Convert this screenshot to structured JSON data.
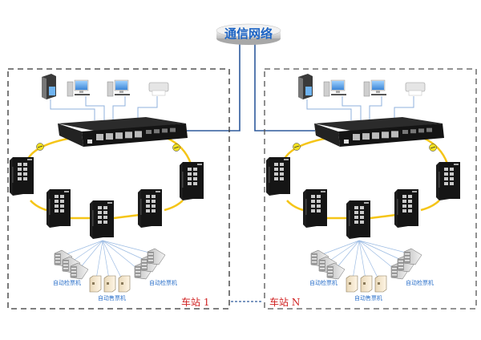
{
  "diagram": {
    "cloud": {
      "label": "通信网络"
    },
    "stations": [
      {
        "name": "车站 1",
        "ticket_checkers_left_label": "自动检票机",
        "ticket_checkers_right_label": "自动检票机",
        "ticket_vending_label": "自动售票机"
      },
      {
        "name": "车站 N",
        "ticket_checkers_left_label": "自动检票机",
        "ticket_checkers_right_label": "自动检票机",
        "ticket_vending_label": "自动售票机"
      }
    ],
    "colors": {
      "network_link": "#2e5a9c",
      "fiber": "#f5c518",
      "device_body": "#1c1c1c",
      "lan_line": "#8fb0dc",
      "station_label": "#d02020",
      "label_text": "#2a6fc9"
    },
    "icons": {
      "server": "server-icon",
      "workstation": "workstation-icon",
      "printer": "printer-icon",
      "core_switch": "rack-switch-icon",
      "ring_switch": "industrial-switch-icon",
      "gate": "ticket-gate-icon",
      "vending": "ticket-vending-machine-icon"
    }
  }
}
